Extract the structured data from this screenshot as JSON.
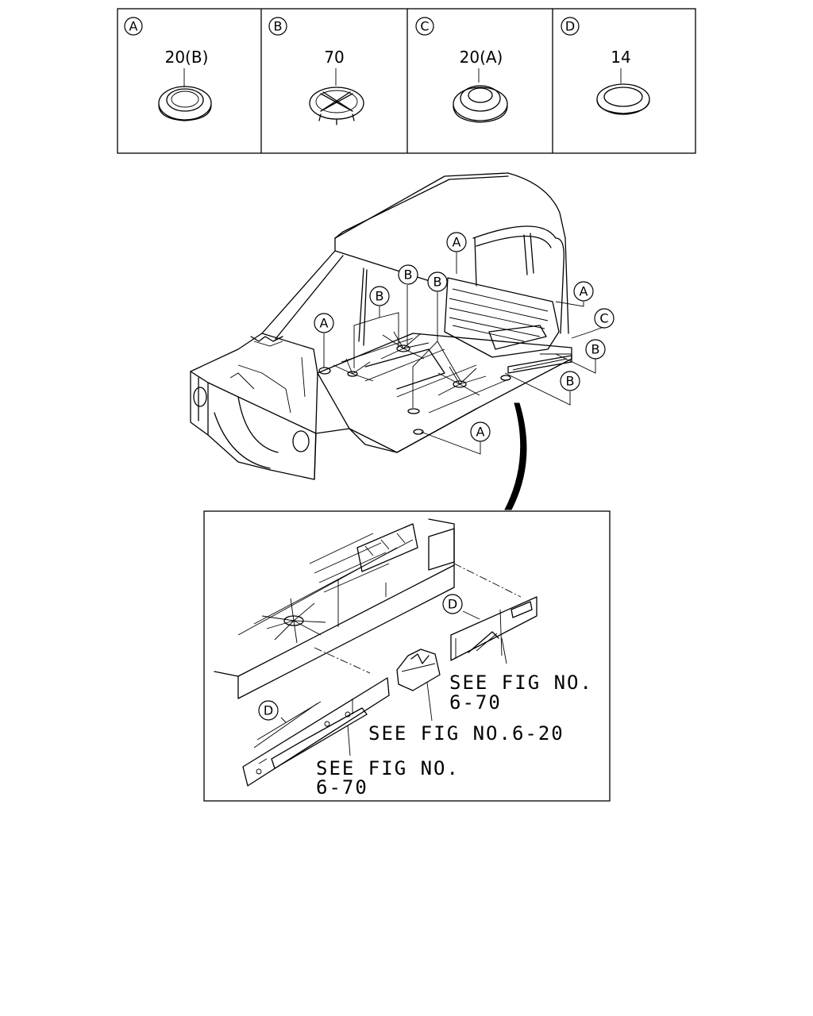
{
  "legend": {
    "cells": [
      {
        "letter": "A",
        "qty": "20(B)"
      },
      {
        "letter": "B",
        "qty": "70"
      },
      {
        "letter": "C",
        "qty": "20(A)"
      },
      {
        "letter": "D",
        "qty": "14"
      }
    ]
  },
  "body_callouts": [
    "A",
    "B",
    "B",
    "B",
    "A",
    "A",
    "C",
    "B",
    "B",
    "A"
  ],
  "detail": {
    "callouts": [
      "D",
      "D"
    ],
    "notes": {
      "right_line1": "SEE FIG NO.",
      "right_line2": "6-70",
      "middle": "SEE FIG NO.6-20",
      "left_line1": "SEE FIG NO.",
      "left_line2": "6-70"
    }
  },
  "colors": {
    "line": "#000000",
    "background": "#ffffff"
  }
}
